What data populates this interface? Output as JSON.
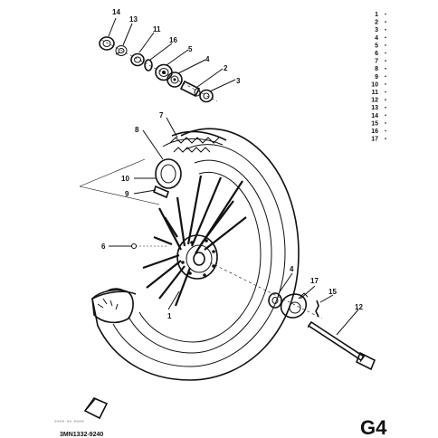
{
  "callouts": {
    "c14": "14",
    "c13": "13",
    "c11": "11",
    "c16": "16",
    "c5": "5",
    "c4a": "4",
    "c2": "2",
    "c3": "3",
    "c7": "7",
    "c8": "8",
    "c10": "10",
    "c9": "9",
    "c6": "6",
    "c1": "1",
    "c4b": "4",
    "c17": "17",
    "c15": "15",
    "c12": "12"
  },
  "legend": [
    "1",
    "2",
    "3",
    "4",
    "5",
    "6",
    "7",
    "8",
    "9",
    "10",
    "11",
    "12",
    "13",
    "14",
    "15",
    "16",
    "17"
  ],
  "part_code": "3MN1332-9240",
  "page_label": "G4"
}
